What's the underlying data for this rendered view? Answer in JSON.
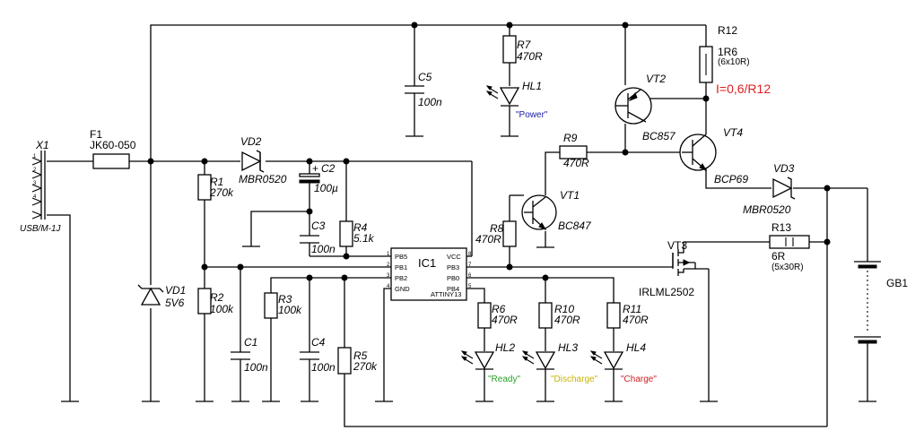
{
  "colors": {
    "wire": "#000000",
    "power_note": "#1a1aa8",
    "ready_note": "#2aa02a",
    "discharge_note": "#c8b400",
    "charge_note": "#cc2020",
    "formula": "#e02020"
  },
  "connector": {
    "ref": "X1",
    "part": "USB/M-1J",
    "pins": [
      "1",
      "2",
      "3",
      "4"
    ]
  },
  "fuse": {
    "ref": "F1",
    "value": "JK60-050"
  },
  "diodes": {
    "vd1": {
      "ref": "VD1",
      "value": "5V6"
    },
    "vd2": {
      "ref": "VD2",
      "value": "MBR0520"
    },
    "vd3": {
      "ref": "VD3",
      "value": "MBR0520"
    }
  },
  "resistors": {
    "r1": {
      "ref": "R1",
      "value": "270k"
    },
    "r2": {
      "ref": "R2",
      "value": "100k"
    },
    "r3": {
      "ref": "R3",
      "value": "100k"
    },
    "r4": {
      "ref": "R4",
      "value": "5.1k"
    },
    "r5": {
      "ref": "R5",
      "value": "270k"
    },
    "r6": {
      "ref": "R6",
      "value": "470R"
    },
    "r7": {
      "ref": "R7",
      "value": "470R"
    },
    "r8": {
      "ref": "R8",
      "value": "470R"
    },
    "r9": {
      "ref": "R9",
      "value": "470R"
    },
    "r10": {
      "ref": "R10",
      "value": "470R"
    },
    "r11": {
      "ref": "R11",
      "value": "470R"
    },
    "r12": {
      "ref": "R12",
      "value": "1R6",
      "note": "(6x10R)"
    },
    "r13": {
      "ref": "R13",
      "value": "6R",
      "note": "(5x30R)"
    }
  },
  "capacitors": {
    "c1": {
      "ref": "C1",
      "value": "100n"
    },
    "c2": {
      "ref": "C2",
      "value": "100µ",
      "polarity": "+"
    },
    "c3": {
      "ref": "C3",
      "value": "100n"
    },
    "c4": {
      "ref": "C4",
      "value": "100n"
    },
    "c5": {
      "ref": "C5",
      "value": "100n"
    }
  },
  "transistors": {
    "vt1": {
      "ref": "VT1",
      "value": "BC847"
    },
    "vt2": {
      "ref": "VT2",
      "value": "BC857"
    },
    "vt3": {
      "ref": "VT3",
      "value": "IRLML2502"
    },
    "vt4": {
      "ref": "VT4",
      "value": "BCP69"
    }
  },
  "leds": {
    "hl1": {
      "ref": "HL1",
      "note": "\"Power\""
    },
    "hl2": {
      "ref": "HL2",
      "note": "\"Ready\""
    },
    "hl3": {
      "ref": "HL3",
      "note": "\"Discharge\""
    },
    "hl4": {
      "ref": "HL4",
      "note": "\"Charge\""
    }
  },
  "ic": {
    "ref": "IC1",
    "part": "ATTINY13",
    "pins_left": [
      {
        "name": "PB5",
        "num": "1"
      },
      {
        "name": "PB1",
        "num": "2"
      },
      {
        "name": "PB2",
        "num": "3"
      },
      {
        "name": "GND",
        "num": "4"
      }
    ],
    "pins_right": [
      {
        "name": "VCC",
        "num": "8"
      },
      {
        "name": "PB3",
        "num": "7"
      },
      {
        "name": "PB0",
        "num": "6"
      },
      {
        "name": "PB4",
        "num": "5"
      }
    ]
  },
  "battery": {
    "ref": "GB1"
  },
  "formula": "I=0,6/R12"
}
